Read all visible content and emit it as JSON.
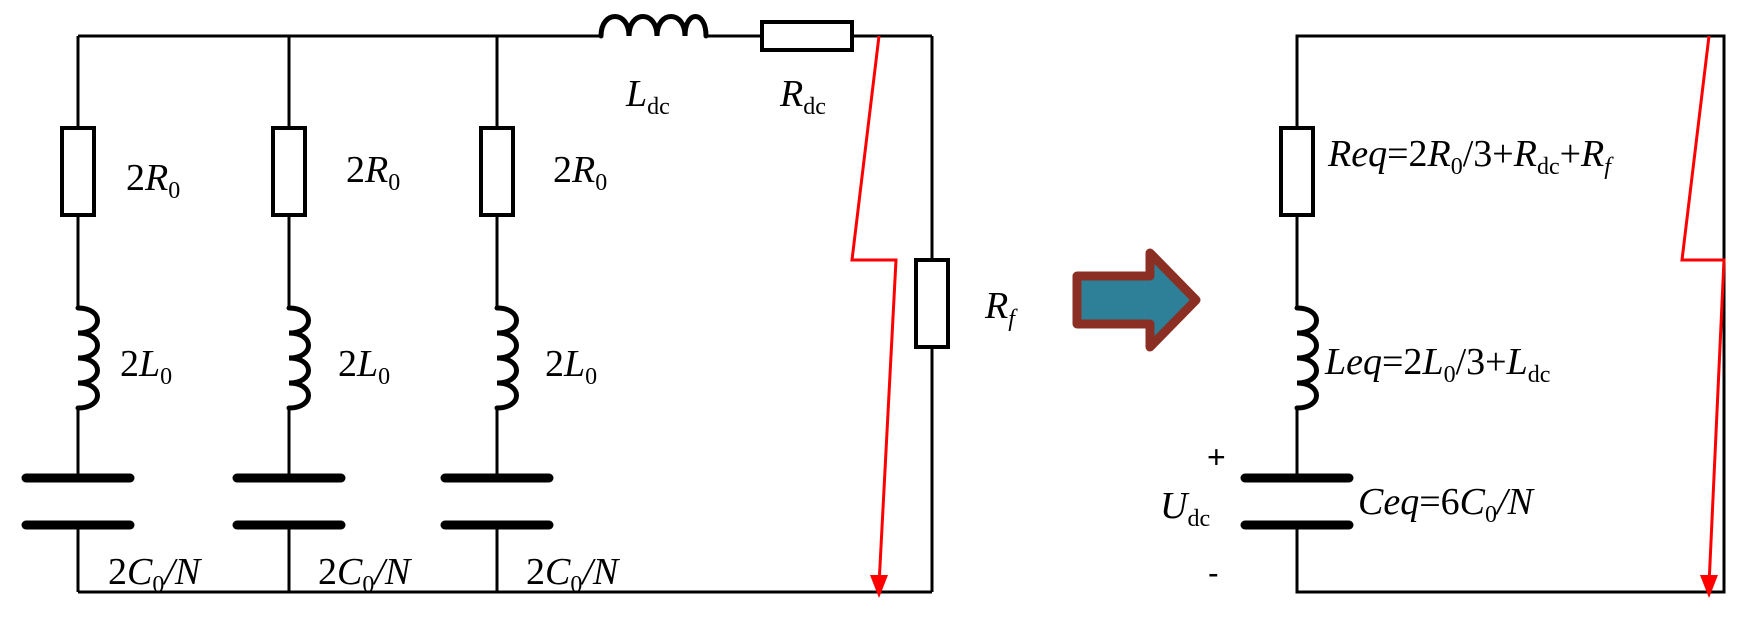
{
  "left_circuit": {
    "branch_labels": [
      {
        "resistor": [
          "2",
          "R",
          "0"
        ],
        "inductor": [
          "2",
          "L",
          "0"
        ],
        "capacitor": [
          "2",
          "C",
          "0",
          "/N"
        ]
      },
      {
        "resistor": [
          "2",
          "R",
          "0"
        ],
        "inductor": [
          "2",
          "L",
          "0"
        ],
        "capacitor": [
          "2",
          "C",
          "0",
          "/N"
        ]
      },
      {
        "resistor": [
          "2",
          "R",
          "0"
        ],
        "inductor": [
          "2",
          "L",
          "0"
        ],
        "capacitor": [
          "2",
          "C",
          "0",
          "/N"
        ]
      }
    ],
    "line_inductor": [
      "L",
      "dc"
    ],
    "line_resistor": [
      "R",
      "dc"
    ],
    "fault_resistor": [
      "R",
      "f"
    ]
  },
  "arrow": {
    "fill": "#2e7f98",
    "stroke": "#8b2e24"
  },
  "right_circuit": {
    "req": {
      "name": "Req",
      "eq": "=2",
      "r": "R",
      "r_sub": "0",
      "div": "/3+",
      "rdc": "R",
      "rdc_sub": "dc",
      "plus": "+",
      "rf": "R",
      "rf_sub": "f"
    },
    "leq": {
      "name": "Leq",
      "eq": "=2",
      "l": "L",
      "l_sub": "0",
      "div": "/3+",
      "ldc": "L",
      "ldc_sub": "dc"
    },
    "ceq": {
      "name": "Ceq",
      "eq": "=6",
      "c": "C",
      "c_sub": "0",
      "div": "/N"
    },
    "source": {
      "u": "U",
      "u_sub": "dc",
      "plus": "+",
      "minus": "-"
    }
  },
  "colors": {
    "wire": "#000000",
    "fault_path": "#ff0000"
  }
}
